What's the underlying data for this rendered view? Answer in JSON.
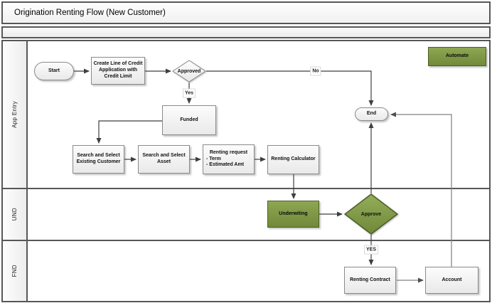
{
  "title": "Origination Renting Flow (New Customer)",
  "lanes": [
    {
      "label": "App Entry"
    },
    {
      "label": "UND"
    },
    {
      "label": "FND"
    }
  ],
  "nodes": {
    "start": "Start",
    "create_application": "Create Line of Credit Application with Credit Limit",
    "approved_decision": "Approved",
    "funded": "Funded",
    "search_existing_customer": "Search and Select Existing Customer",
    "search_asset": "Search and Select Asset",
    "renting_request_title": "Renting request",
    "renting_request_items": [
      "- Term",
      "- Estimated Amt"
    ],
    "renting_calculator": "Renting Calculator",
    "underwriting": "Underwiting",
    "approve_decision": "Approve",
    "renting_contract": "Renting Contract",
    "account": "Account",
    "end": "End",
    "automate": "Automate"
  },
  "edge_labels": {
    "no": "No",
    "yes": "Yes",
    "yes_caps": "YES"
  },
  "colors": {
    "green_fill": "#7E9C45",
    "green_border": "#4C5F27",
    "connector_dark": "#404040",
    "connector_gray": "#808080",
    "box_border": "#8A8A8A",
    "frame_border": "#575757"
  }
}
